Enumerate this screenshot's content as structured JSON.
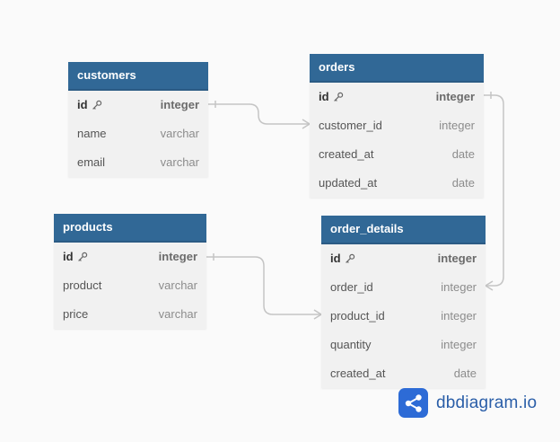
{
  "tables": {
    "customers": {
      "title": "customers",
      "rows": [
        {
          "name": "id",
          "type": "integer"
        },
        {
          "name": "name",
          "type": "varchar"
        },
        {
          "name": "email",
          "type": "varchar"
        }
      ]
    },
    "orders": {
      "title": "orders",
      "rows": [
        {
          "name": "id",
          "type": "integer"
        },
        {
          "name": "customer_id",
          "type": "integer"
        },
        {
          "name": "created_at",
          "type": "date"
        },
        {
          "name": "updated_at",
          "type": "date"
        }
      ]
    },
    "products": {
      "title": "products",
      "rows": [
        {
          "name": "id",
          "type": "integer"
        },
        {
          "name": "product",
          "type": "varchar"
        },
        {
          "name": "price",
          "type": "varchar"
        }
      ]
    },
    "order_details": {
      "title": "order_details",
      "rows": [
        {
          "name": "id",
          "type": "integer"
        },
        {
          "name": "order_id",
          "type": "integer"
        },
        {
          "name": "product_id",
          "type": "integer"
        },
        {
          "name": "quantity",
          "type": "integer"
        },
        {
          "name": "created_at",
          "type": "date"
        }
      ]
    }
  },
  "logo": {
    "text": "dbdiagram.io",
    "icon": "share-nodes-icon"
  },
  "colors": {
    "header": "#316896",
    "row_background": "#f1f1f1",
    "connector": "#c4c4c4",
    "logo_accent": "#2d6bd6"
  }
}
